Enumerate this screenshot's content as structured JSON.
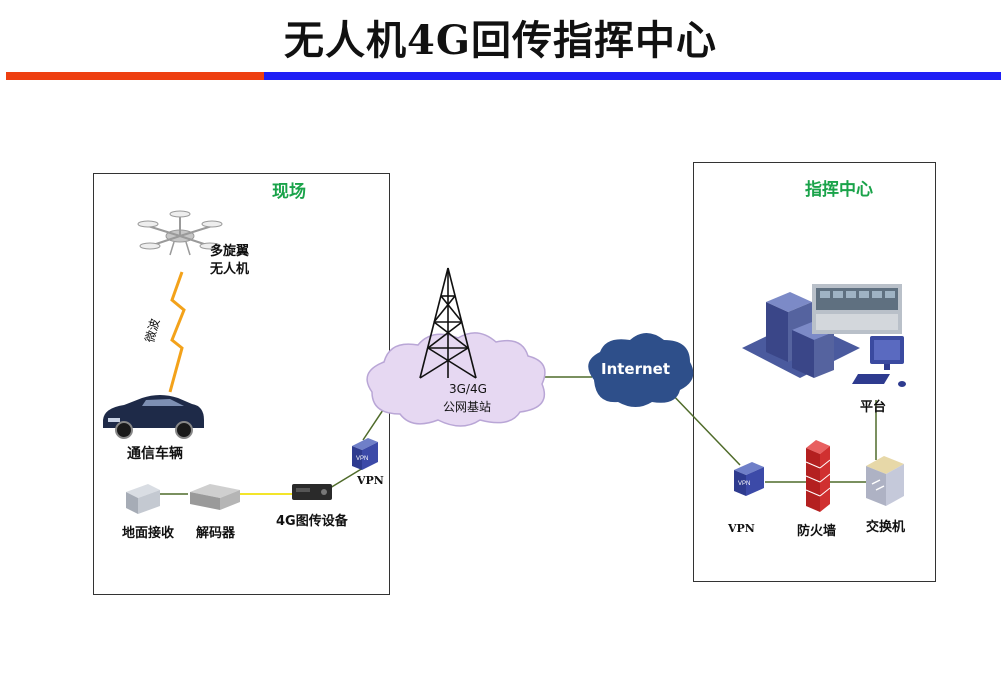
{
  "title": "无人机4G回传指挥中心",
  "left_panel": {
    "title": "现场",
    "uav_label_line1": "多旋翼",
    "uav_label_line2": "无人机",
    "wireless_label": "微波",
    "vehicle_label": "通信车辆",
    "ground_label": "地面接收",
    "decoder_label": "解码器",
    "transmitter_label": "4G图传设备",
    "vpn_label": "VPN"
  },
  "network": {
    "tower_label_line1": "3G/4G",
    "tower_label_line2": "公网基站",
    "internet_label": "Internet"
  },
  "right_panel": {
    "title": "指挥中心",
    "platform_label": "平台",
    "vpn_label": "VPN",
    "firewall_label": "防火墙",
    "switch_label": "交换机"
  },
  "colors": {
    "accent_red": "#ee3f10",
    "accent_blue": "#1f1ff5",
    "panel_title_green": "#1aa34a",
    "link_green": "#4f6b2a",
    "link_yellow": "#f3e52a",
    "cloud_fill": "#e6d8f2",
    "internet_fill": "#2e4f8a"
  }
}
